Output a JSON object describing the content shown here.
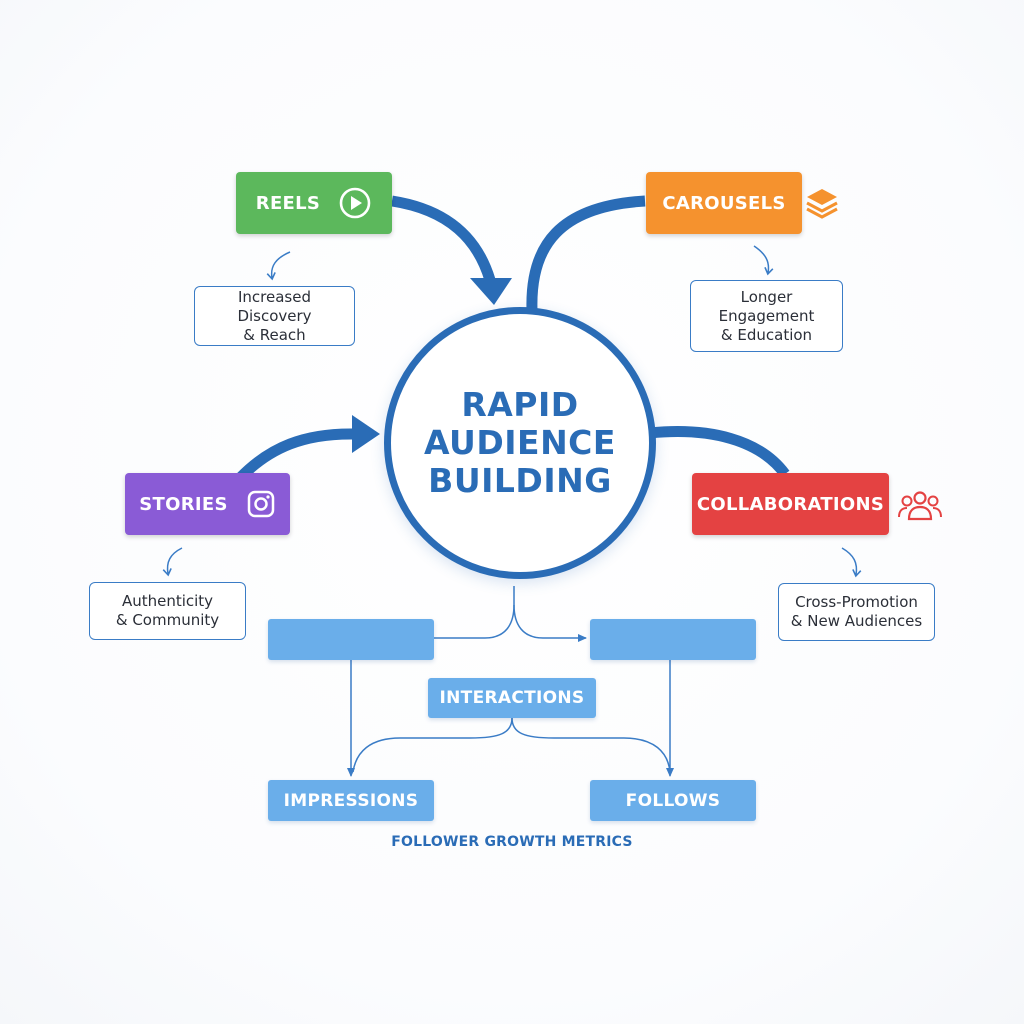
{
  "center": {
    "title": "RAPID\nAUDIENCE\nBUILDING",
    "color": "#2a6cb6"
  },
  "formats": [
    {
      "key": "reels",
      "label": "REELS",
      "icon": "play-circle-icon",
      "color": "#5cb85c",
      "benefit": "Increased Discovery\n& Reach"
    },
    {
      "key": "carousels",
      "label": "CAROUSELS",
      "icon": "layers-icon",
      "color": "#f5922e",
      "benefit": "Longer\nEngagement\n& Education"
    },
    {
      "key": "stories",
      "label": "STORIES",
      "icon": "instagram-icon",
      "color": "#8a5bd6",
      "benefit": "Authenticity\n& Community"
    },
    {
      "key": "collaborations",
      "label": "COLLABORATIONS",
      "icon": "people-icon",
      "color": "#e44242",
      "benefit": "Cross-Promotion\n& New Audiences"
    }
  ],
  "metrics": {
    "blank_left": "",
    "blank_right": "",
    "interactions": "INTERACTIONS",
    "impressions": "IMPRESSIONS",
    "follows": "FOLLOWS",
    "color": "#6aaeea"
  },
  "footer": {
    "caption": "FOLLOWER GROWTH METRICS"
  }
}
